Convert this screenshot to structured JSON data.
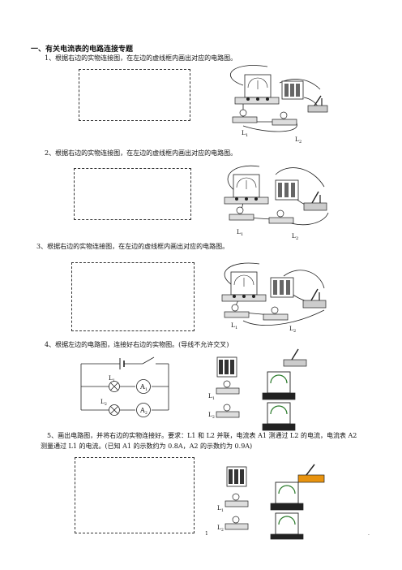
{
  "section_title": "一、有关电流表的电路连接专题",
  "questions": [
    {
      "text": "1、根据右边的实物连接图，在左边的虚线框内画出对应的电路图。"
    },
    {
      "text": "2、根据右边的实物连接图，在左边的虚线框内画出对应的电路图。"
    },
    {
      "text": "3、根据右边的实物连接图，在左边的虚线框内画出对应的电路图。"
    },
    {
      "text": "4、根据左边的电路图，连接好右边的实物图。(导线不允许交叉)"
    },
    {
      "text_line1": "5、画出电路图，并将右边的实物连接好。要求：L1 和 L2 并联，电流表 A1 测通过 L2 的电流，电流表 A2",
      "text_line2": "测量通过 L1 的电流。(已知 A1 的示数约为 0.8A，A2 的示数约为 0.9A)"
    }
  ],
  "labels": {
    "l1": "L",
    "l2": "L",
    "sub1": "1",
    "sub2": "2",
    "a": "A"
  },
  "page_number": "1",
  "page_mark": "."
}
